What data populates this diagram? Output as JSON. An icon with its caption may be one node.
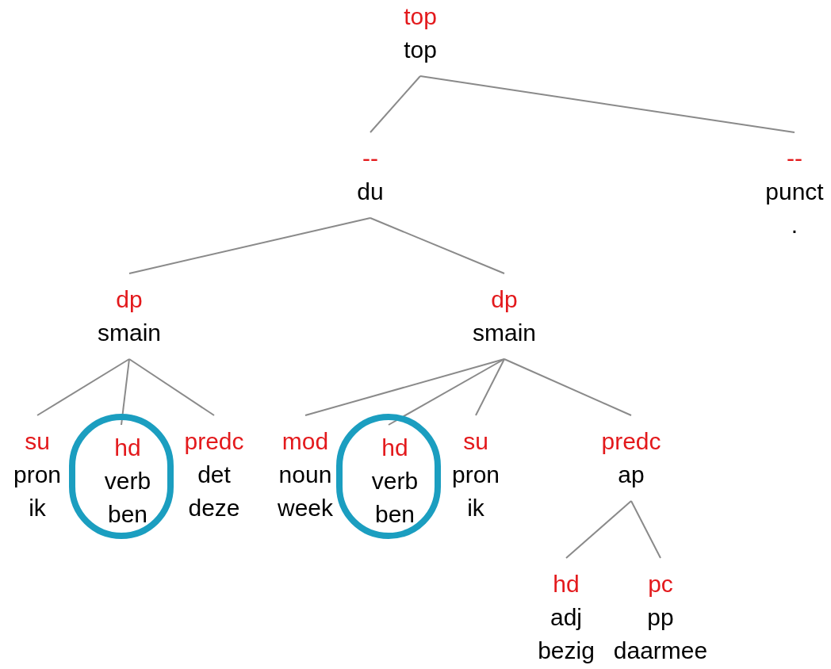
{
  "diagram": {
    "nodes": [
      {
        "text": [
          "top",
          "top"
        ]
      },
      {
        "text": [
          "--",
          "du"
        ]
      },
      {
        "text": [
          "--",
          "punct",
          "."
        ]
      },
      {
        "text": [
          "dp",
          "smain"
        ]
      },
      {
        "text": [
          "dp",
          "smain"
        ]
      },
      {
        "text": [
          "su",
          "pron",
          "ik"
        ]
      },
      {
        "text": [],
        "shape": "circle"
      },
      {
        "text": [
          "hd",
          "verb",
          "ben"
        ],
        "in": 6
      },
      {
        "text": [
          "predc",
          "det",
          "deze"
        ]
      },
      {
        "text": [
          "mod",
          "noun",
          "week"
        ]
      },
      {
        "text": [],
        "shape": "circle"
      },
      {
        "text": [
          "hd",
          "verb",
          "ben"
        ],
        "in": 10
      },
      {
        "text": [
          "su",
          "pron",
          "ik"
        ]
      },
      {
        "text": [
          "predc",
          "ap"
        ]
      },
      {
        "text": [
          "hd",
          "adj",
          "bezig"
        ]
      },
      {
        "text": [
          "pc",
          "pp",
          "daarmee"
        ]
      }
    ],
    "edges": [
      {
        "from": 0,
        "to": 1,
        "arrow": "none"
      },
      {
        "from": 0,
        "to": 2,
        "arrow": "none"
      },
      {
        "from": 1,
        "to": 3,
        "arrow": "none"
      },
      {
        "from": 1,
        "to": 4,
        "arrow": "none"
      },
      {
        "from": 3,
        "to": 5,
        "arrow": "none"
      },
      {
        "from": 3,
        "to": 7,
        "arrow": "none"
      },
      {
        "from": 3,
        "to": 8,
        "arrow": "none"
      },
      {
        "from": 4,
        "to": 9,
        "arrow": "none"
      },
      {
        "from": 4,
        "to": 11,
        "arrow": "none"
      },
      {
        "from": 4,
        "to": 12,
        "arrow": "none"
      },
      {
        "from": 4,
        "to": 13,
        "arrow": "none"
      },
      {
        "from": 13,
        "to": 14,
        "arrow": "none"
      },
      {
        "from": 13,
        "to": 15,
        "arrow": "none"
      }
    ]
  }
}
